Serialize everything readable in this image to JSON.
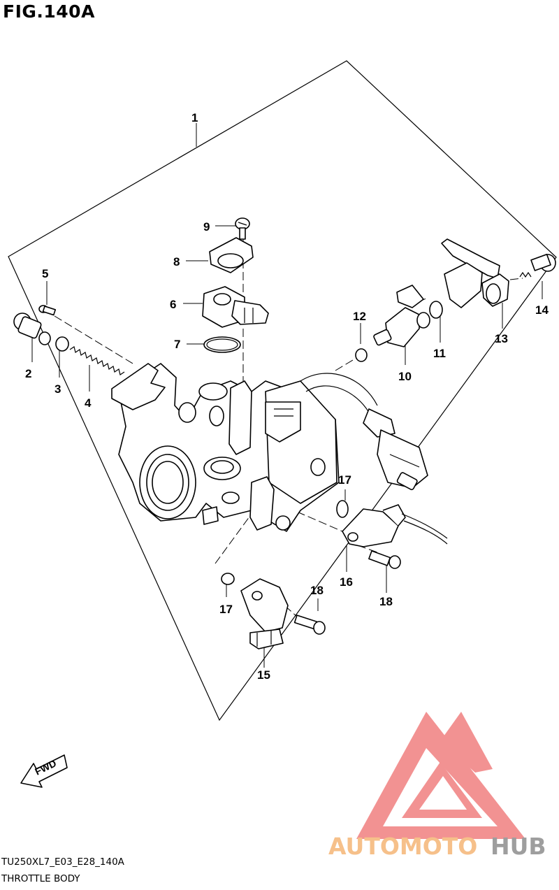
{
  "figure": {
    "title": "FIG.140A",
    "code": "TU250XL7_E03_E28_140A",
    "name": "THROTTLE BODY"
  },
  "callouts": [
    "1",
    "2",
    "3",
    "4",
    "5",
    "6",
    "7",
    "8",
    "9",
    "10",
    "11",
    "12",
    "13",
    "14",
    "15",
    "16",
    "17",
    "17",
    "18",
    "18"
  ],
  "direction_badge": "FWD",
  "watermark": {
    "part1": "AUTOMOTO",
    "part2": "HUB",
    "color_part1": "#F6C08A",
    "color_part2": "#9E9E9E",
    "logo_color": "#F08080"
  }
}
